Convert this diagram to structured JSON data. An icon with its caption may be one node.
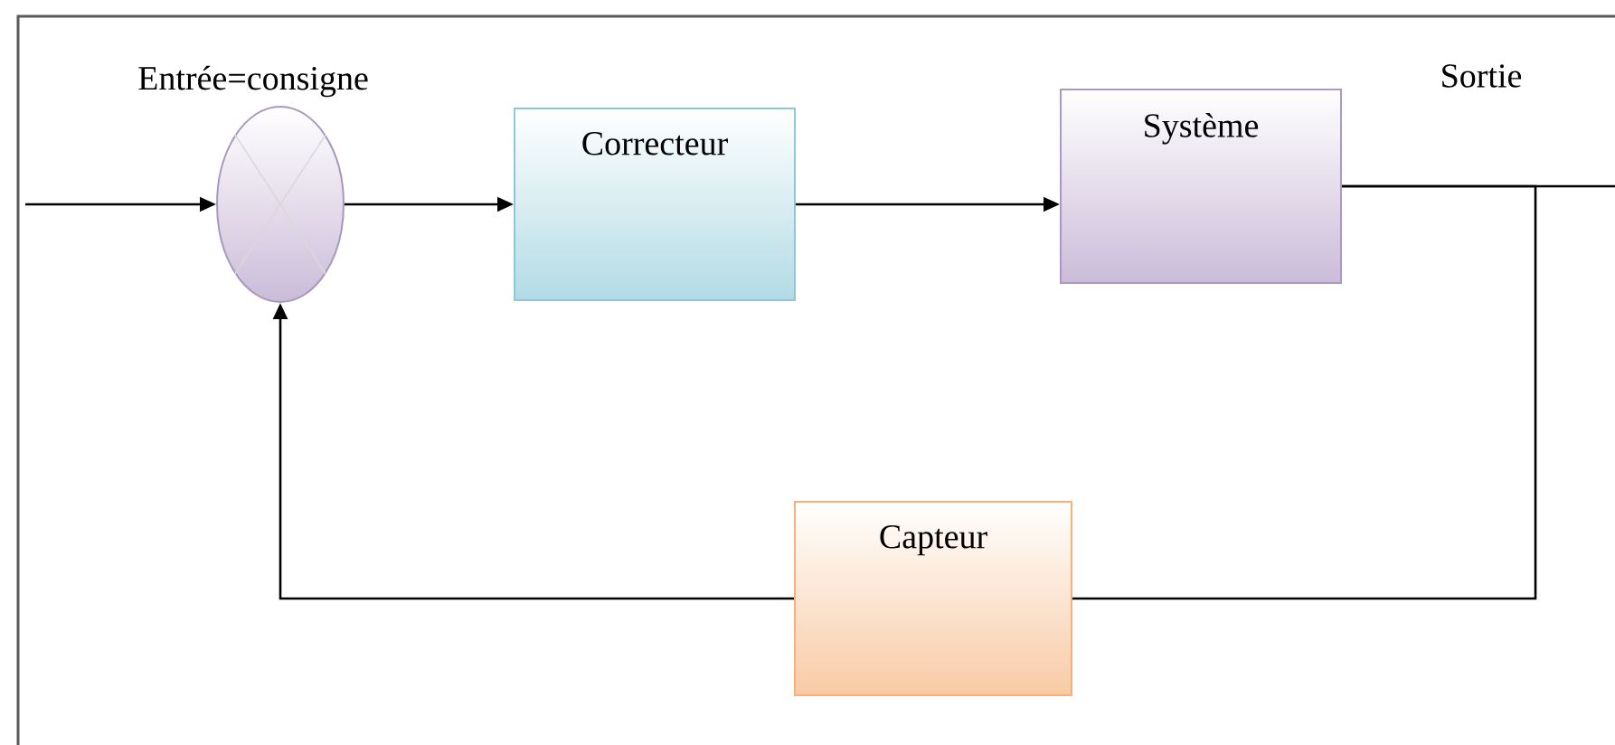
{
  "diagram": {
    "nodes": [
      {
        "text": [],
        "shape": "ellipse"
      },
      {
        "text": [
          "Correcteur"
        ]
      },
      {
        "text": [
          "Système"
        ]
      },
      {
        "text": [
          "Capteur"
        ]
      }
    ],
    "edges": [
      {
        "from": null,
        "to": 0,
        "arrow": "to"
      },
      {
        "from": 0,
        "to": 1,
        "arrow": "to"
      },
      {
        "from": 1,
        "to": 2,
        "arrow": "to"
      },
      {
        "from": 2,
        "to": null,
        "arrow": "none"
      },
      {
        "from": 2,
        "to": 3,
        "arrow": "none"
      },
      {
        "from": 3,
        "to": 0,
        "arrow": "to"
      }
    ],
    "labels": [
      "Entrée=consigne",
      "Sortie"
    ]
  }
}
